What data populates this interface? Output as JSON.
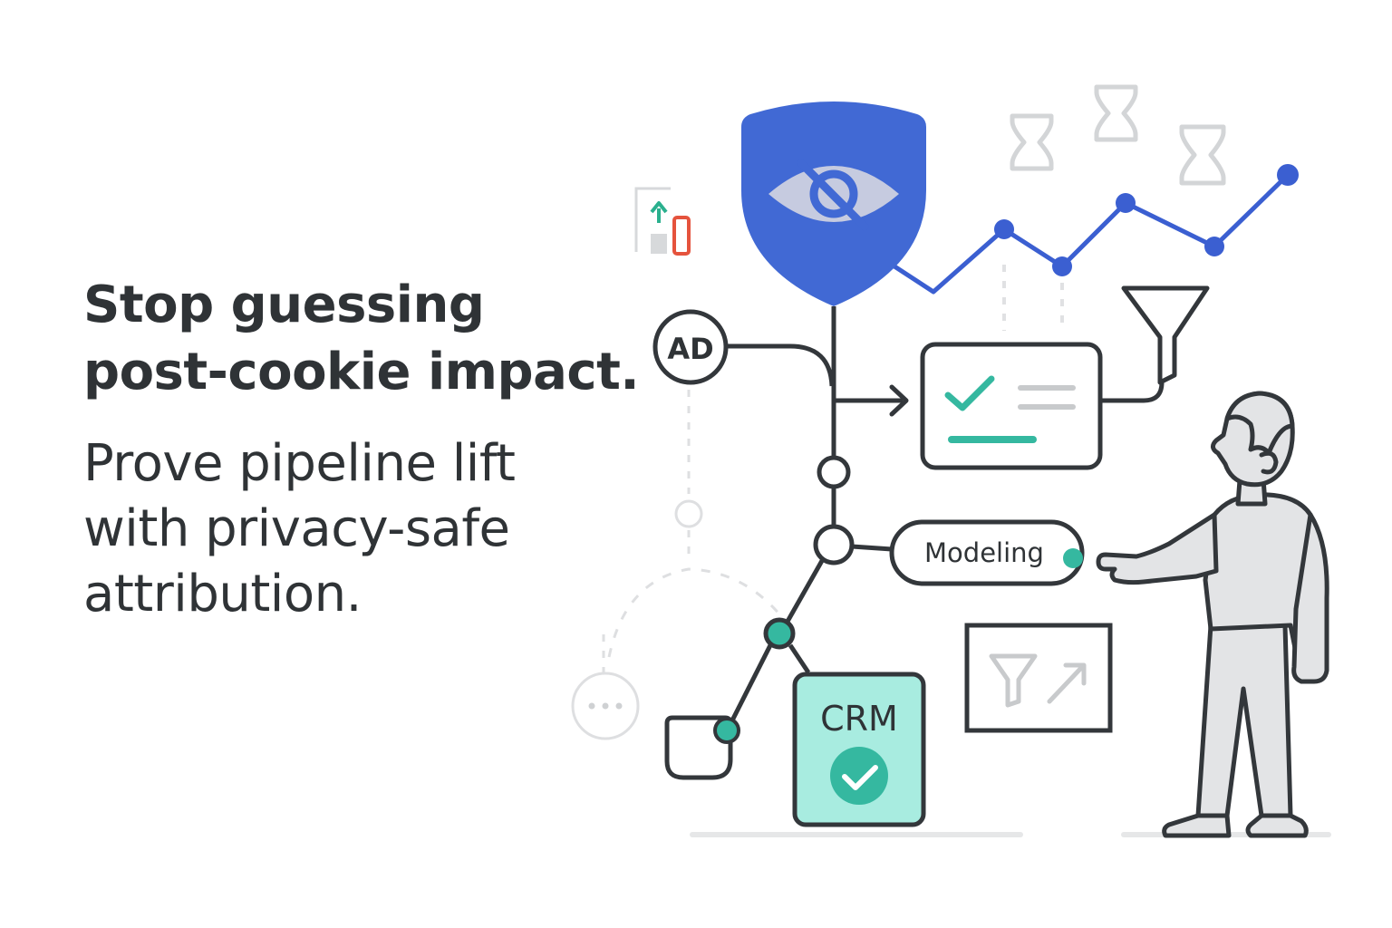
{
  "headline": {
    "line1": "Stop guessing",
    "line2": "post-cookie impact."
  },
  "subhead": {
    "line1": "Prove pipeline lift",
    "line2": "with privacy-safe",
    "line3": "attribution."
  },
  "diagram": {
    "ad_label": "AD",
    "modeling_label": "Modeling",
    "crm_label": "CRM"
  },
  "colors": {
    "text": "#2f3336",
    "stroke": "#33373b",
    "shield_blue": "#4169d4",
    "line_blue": "#3b5fd1",
    "teal": "#35b8a0",
    "teal_fill": "#a8ece0",
    "light_gray": "#dcdee0",
    "person_fill": "#e3e4e6",
    "arrow_green": "#2ab08e",
    "bar_red": "#e5533d"
  },
  "icons": [
    "shield-eye-icon",
    "hourglass-icon",
    "funnel-icon",
    "checklist-card-icon",
    "chart-report-icon",
    "crm-check-icon",
    "ellipsis-icon",
    "person-pointing-icon"
  ]
}
